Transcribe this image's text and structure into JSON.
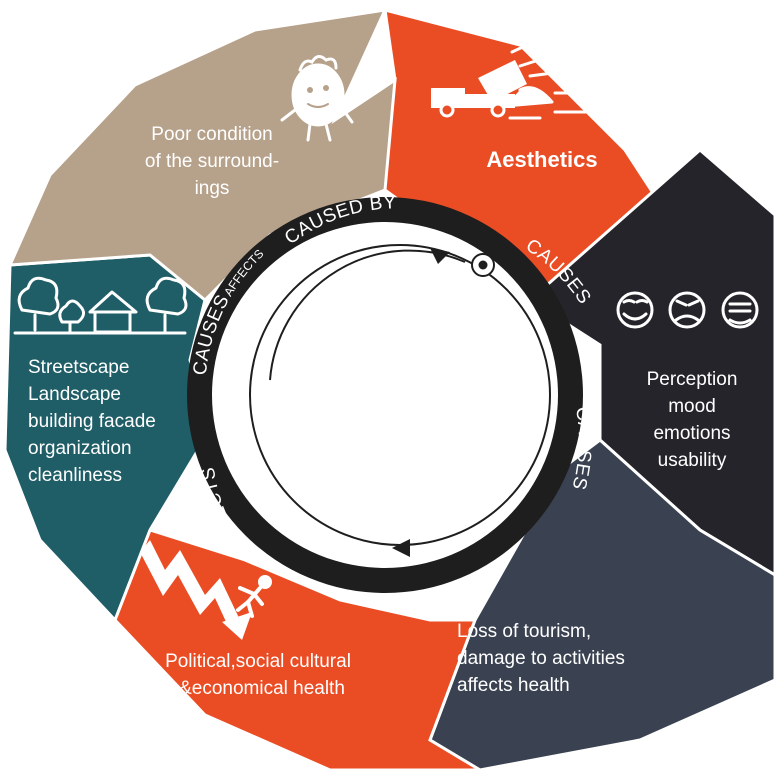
{
  "segments": {
    "aesthetics": {
      "title": "Aesthetics",
      "color": "#ea4c24"
    },
    "perception": {
      "lines": [
        "Perception",
        "mood",
        "emotions",
        "usability"
      ],
      "color": "#25242b"
    },
    "tourism": {
      "lines": [
        "Loss of tourism,",
        "damage to activities",
        "affects health"
      ],
      "color": "#3a4251"
    },
    "political": {
      "lines": [
        "Political,social cultural",
        "&economical health"
      ],
      "color": "#ea4c24"
    },
    "streetscape": {
      "lines": [
        "Streetscape",
        "Landscape",
        "building facade",
        "organization",
        "cleanliness"
      ],
      "color": "#1f5e67"
    },
    "condition": {
      "lines": [
        "Poor condition",
        "of the surround-",
        "ings"
      ],
      "color": "#b6a18a"
    }
  },
  "ring": {
    "caused_by": "CAUSED BY",
    "causes_1": "CAUSES",
    "causes_2": "CAUSES",
    "affects": "AFFECTS",
    "causes_left": "CAUSES",
    "affects_small": "AFFECTS",
    "ring_color": "#1e1e1e"
  },
  "icons": [
    "truck-dumping-icon",
    "faces-icon",
    "houses-trees-icon",
    "zigzag-arrow-falling-person-icon",
    "doodle-character-icon"
  ]
}
